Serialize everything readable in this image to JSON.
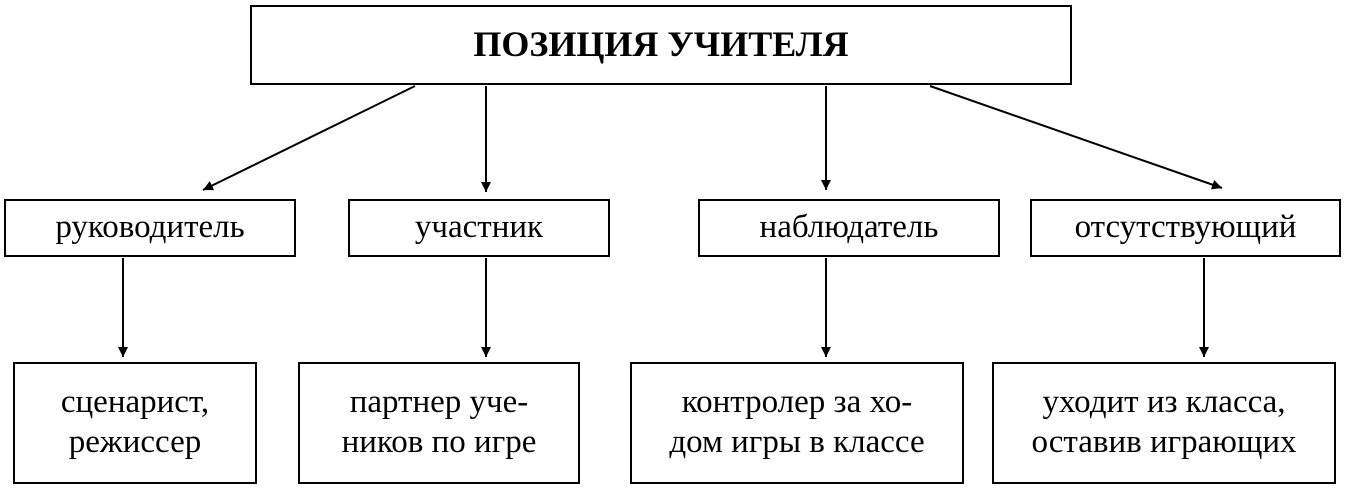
{
  "title": "ПОЗИЦИЯ УЧИТЕЛЯ",
  "positions": [
    {
      "label": "руководитель",
      "description": "сценарист,\nрежиссер"
    },
    {
      "label": "участник",
      "description": "партнер уче-\nников по игре"
    },
    {
      "label": "наблюдатель",
      "description": "контролер за хо-\nдом игры в классе"
    },
    {
      "label": "отсутствующий",
      "description": "уходит из класса,\nоставив играющих"
    }
  ]
}
